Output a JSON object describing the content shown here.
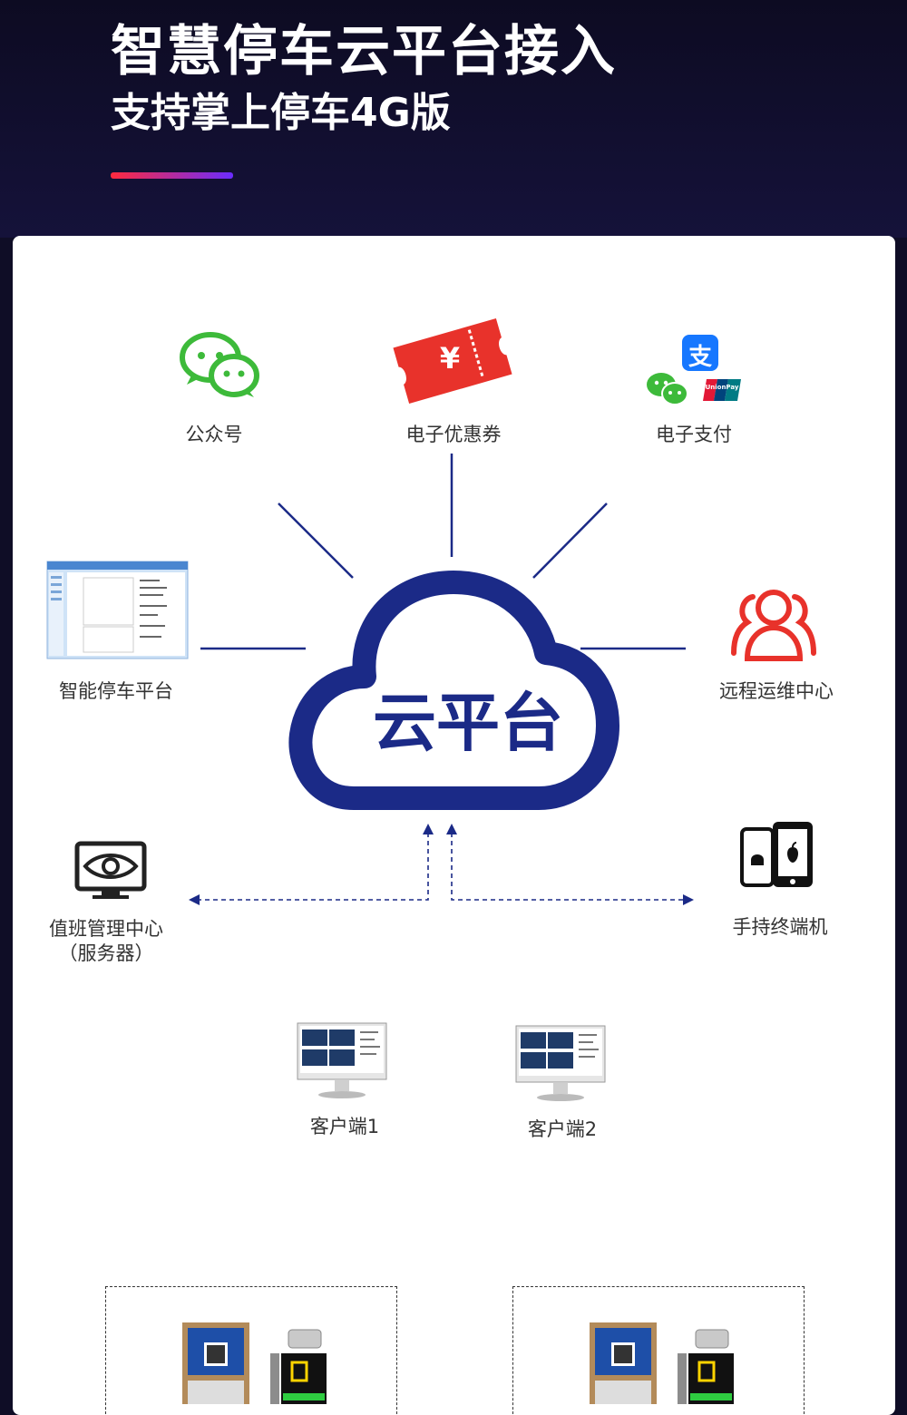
{
  "header": {
    "title": "智慧停车云平台接入",
    "subtitle": "支持掌上停车4G版"
  },
  "diagram": {
    "center": {
      "label": "云平台"
    },
    "nodes": [
      {
        "id": "wechat_official",
        "label": "公众号",
        "icon": "wechat-icon"
      },
      {
        "id": "coupon",
        "label": "电子优惠券",
        "icon": "ticket-icon",
        "icon_text": "¥"
      },
      {
        "id": "payment",
        "label": "电子支付",
        "icon": "payment-icons",
        "icon_text": "支",
        "icon_text_2": "UnionPay"
      },
      {
        "id": "smart_parking",
        "label": "智能停车平台",
        "icon": "software-window-icon"
      },
      {
        "id": "remote_ops",
        "label": "远程运维中心",
        "icon": "users-icon"
      },
      {
        "id": "duty_center",
        "label": "值班管理中心",
        "sublabel": "（服务器）",
        "icon": "monitor-eye-icon"
      },
      {
        "id": "handheld",
        "label": "手持终端机",
        "icon": "phones-icon"
      },
      {
        "id": "client1",
        "label": "客户端1",
        "icon": "desktop-icon"
      },
      {
        "id": "client2",
        "label": "客户端2",
        "icon": "desktop-icon"
      }
    ],
    "colors": {
      "cloud": "#1b2a87",
      "wechat": "#3dba3a",
      "coupon": "#e8322b",
      "alipay": "#1677ff",
      "remote_ops": "#e8322b"
    }
  }
}
